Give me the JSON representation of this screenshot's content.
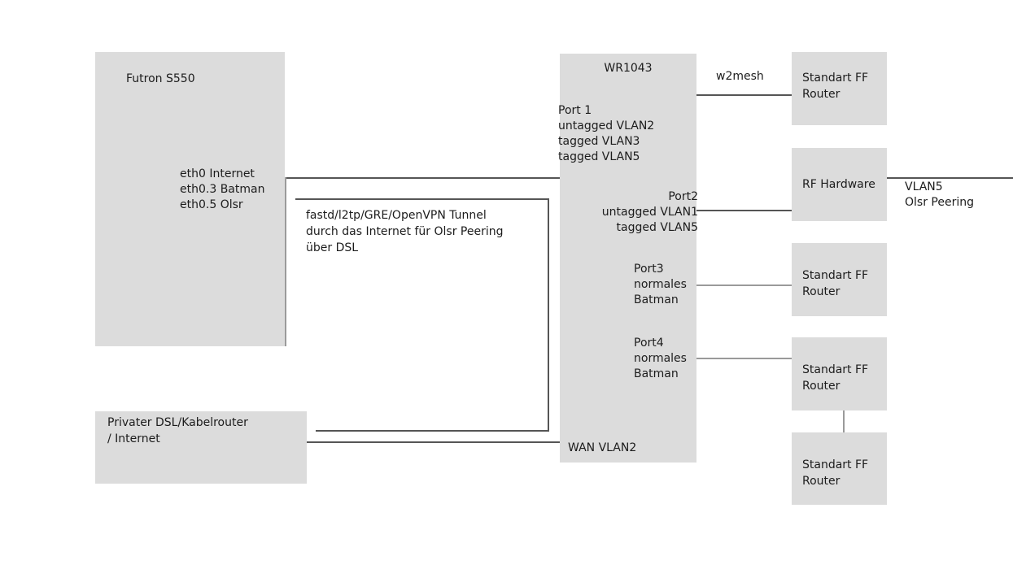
{
  "colors": {
    "background": "#ffffff",
    "box_fill": "#dcdcdc",
    "line_dark": "#555555",
    "line_light": "#9a9a9a",
    "text": "#1c1c1c"
  },
  "nodes": {
    "futron": {
      "title": "Futron S550",
      "ports": [
        "eth0 Internet",
        "eth0.3 Batman",
        "eth0.5 Olsr"
      ]
    },
    "wr1043": {
      "title": "WR1043",
      "port1": [
        "Port 1",
        "untagged VLAN2",
        "tagged VLAN3",
        "tagged VLAN5"
      ],
      "port2": [
        "Port2",
        "untagged VLAN1",
        "tagged VLAN5"
      ],
      "port3": [
        "Port3",
        "normales",
        "Batman"
      ],
      "port4": [
        "Port4",
        "normales",
        "Batman"
      ],
      "wan": "WAN VLAN2"
    },
    "privater_dsl": {
      "lines": [
        "Privater DSL/Kabelrouter",
        "/ Internet"
      ]
    },
    "ff_router_1": {
      "lines": [
        "Standart FF",
        "Router"
      ]
    },
    "rf_hardware": {
      "title": "RF Hardware"
    },
    "ff_router_3": {
      "lines": [
        "Standart FF",
        "Router"
      ]
    },
    "ff_router_4": {
      "lines": [
        "Standart FF",
        "Router"
      ]
    },
    "ff_router_5": {
      "lines": [
        "Standart FF",
        "Router"
      ]
    }
  },
  "labels": {
    "w2mesh": "w2mesh",
    "vlan5_peering": [
      "VLAN5",
      "Olsr Peering"
    ],
    "tunnel": [
      "fastd/l2tp/GRE/OpenVPN Tunnel",
      "durch das Internet für Olsr Peering",
      "über DSL"
    ]
  }
}
